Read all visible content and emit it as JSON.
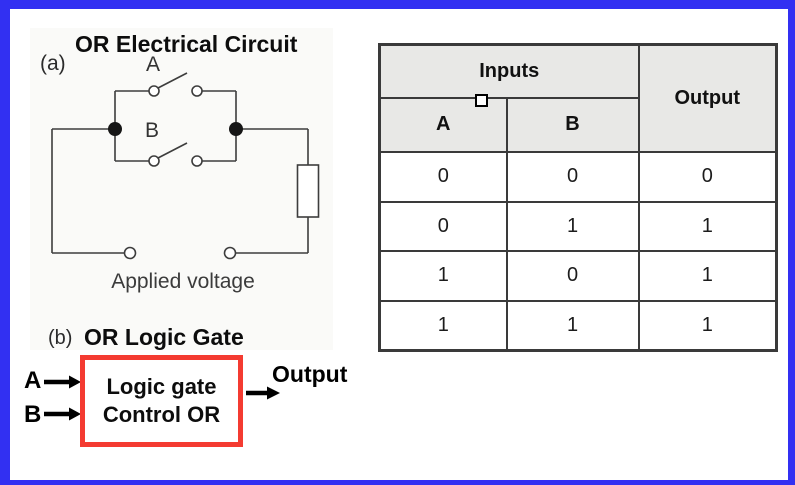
{
  "frame": {
    "border_color": "#3230f2",
    "background": "#ffffff"
  },
  "circuit": {
    "marker": "(a)",
    "title": "OR Electrical Circuit",
    "switch_a_label": "A",
    "switch_b_label": "B",
    "applied_voltage_label": "Applied voltage",
    "wire_color": "#3d3d3d"
  },
  "logic_gate": {
    "marker": "(b)",
    "title": "OR Logic Gate",
    "input_a_label": "A",
    "input_b_label": "B",
    "box_line1": "Logic gate",
    "box_line2": "Control OR",
    "output_label": "Output",
    "box_border_color": "#f43b31",
    "arrow_color": "#000000"
  },
  "truth_table": {
    "inputs_header": "Inputs",
    "output_header": "Output",
    "col_a_header": "A",
    "col_b_header": "B",
    "header_bg": "#e8e8e6",
    "border_color": "#3a3a3a",
    "rows": [
      [
        "0",
        "0",
        "0"
      ],
      [
        "0",
        "1",
        "1"
      ],
      [
        "1",
        "0",
        "1"
      ],
      [
        "1",
        "1",
        "1"
      ]
    ]
  }
}
